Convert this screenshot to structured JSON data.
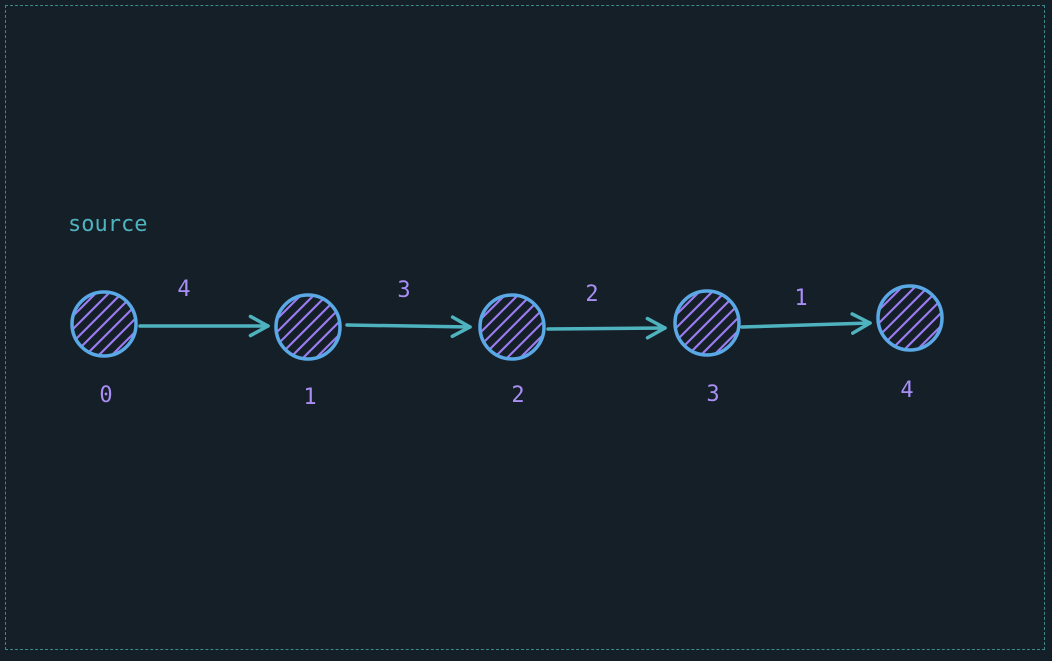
{
  "source_label": "source",
  "nodes": [
    {
      "id": "0",
      "label": "0"
    },
    {
      "id": "1",
      "label": "1"
    },
    {
      "id": "2",
      "label": "2"
    },
    {
      "id": "3",
      "label": "3"
    },
    {
      "id": "4",
      "label": "4"
    }
  ],
  "edges": [
    {
      "from": "0",
      "to": "1",
      "weight": "4"
    },
    {
      "from": "1",
      "to": "2",
      "weight": "3"
    },
    {
      "from": "2",
      "to": "3",
      "weight": "2"
    },
    {
      "from": "3",
      "to": "4",
      "weight": "1"
    }
  ],
  "colors": {
    "background": "#141f28",
    "frame": "#3a8a8c",
    "node_stroke": "#5aa9e6",
    "node_hatch": "#9b7bf0",
    "edge": "#4fb3bf",
    "label": "#a98ef5",
    "source_label": "#4fb3bf"
  }
}
